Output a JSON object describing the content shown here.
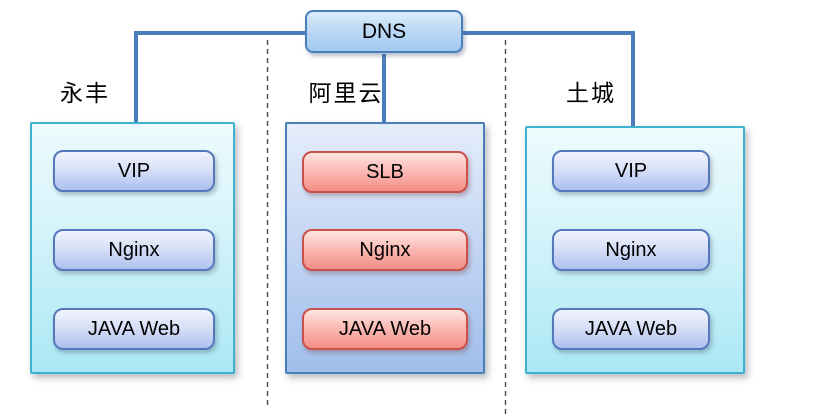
{
  "diagram": {
    "root": {
      "label": "DNS"
    },
    "zones": [
      {
        "label": "永丰",
        "theme": "cyan",
        "nodes": [
          {
            "label": "VIP"
          },
          {
            "label": "Nginx"
          },
          {
            "label": "JAVA Web"
          }
        ]
      },
      {
        "label": "阿里云",
        "theme": "blue",
        "nodes": [
          {
            "label": "SLB"
          },
          {
            "label": "Nginx"
          },
          {
            "label": "JAVA Web"
          }
        ]
      },
      {
        "label": "土城",
        "theme": "cyan",
        "nodes": [
          {
            "label": "VIP"
          },
          {
            "label": "Nginx"
          },
          {
            "label": "JAVA Web"
          }
        ]
      }
    ],
    "colors": {
      "connector": "#4a7ebb",
      "arrow_small": "#21395e",
      "node_blue_border": "#5578bb",
      "node_red_border": "#c9504b",
      "zone_cyan_border": "#3fb0cf",
      "zone_blue_border": "#4a7ebb",
      "divider": "#4a4a4a",
      "background": "#ffffff"
    }
  }
}
